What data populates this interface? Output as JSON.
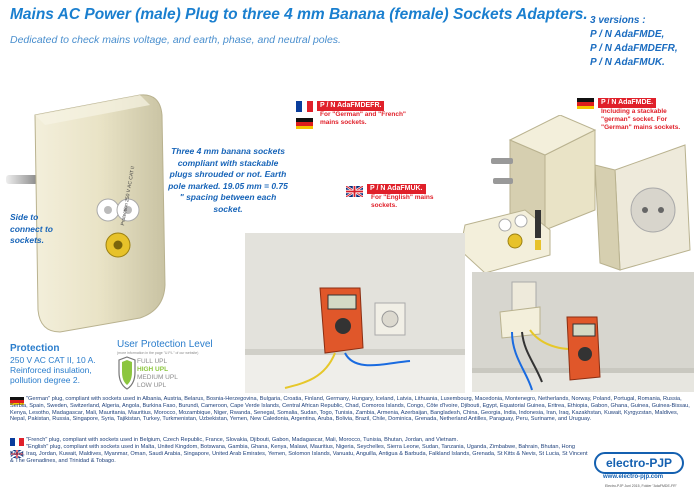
{
  "header": {
    "title": "Mains AC Power (male) Plug to three 4 mm Banana (female) Sockets Adapters.",
    "subtitle": "Dedicated to check mains voltage, and earth, phase, and neutral poles."
  },
  "versions": {
    "heading": "3 versions :",
    "items": [
      "P / N AdaFMDE,",
      "P / N AdaFMDEFR,",
      "P / N AdaFMUK."
    ]
  },
  "device": {
    "label": "Protection 250 V AC CAT II"
  },
  "callouts": {
    "fmdefr_title": "P / N AdaFMDEFR.",
    "fmdefr_desc": "For \"German\" and \"French\" mains sockets.",
    "fmde_title": "P / N AdaFMDE.",
    "fmde_desc": "Including a stackable \"german\" socket. For \"German\" mains sockets.",
    "fmuk_title": "P / N AdaFMUK.",
    "fmuk_desc": "For \"English\" mains sockets.",
    "banana_desc": "Three 4 mm banana sockets compliant with stackable plugs shrouded or not. Earth pole marked. 19.05 mm = 0.75 \" spacing between each socket.",
    "side_desc": "Side to connect to sockets."
  },
  "protection": {
    "title": "Protection",
    "line1": "250 V AC CAT II, 10 A.",
    "line2": "Reinforced insulation,",
    "line3": "pollution degree 2."
  },
  "upl": {
    "title": "User Protection Level",
    "subtitle": "(more information in the page \"U.P.L\" of our website)",
    "levels": [
      {
        "label": "FULL UPL",
        "color": "#8c8c8c"
      },
      {
        "label": "HIGH UPL",
        "color": "#8cc63f"
      },
      {
        "label": "MEDIUM UPL",
        "color": "#8c8c8c"
      },
      {
        "label": "LOW UPL",
        "color": "#8c8c8c"
      }
    ]
  },
  "compatibility": {
    "german": "\"German\" plug, compliant with sockets used in Albania, Austria, Belarus, Bosnia-Herzegovina, Bulgaria, Croatia, Finland, Germany, Hungary, Iceland, Latvia, Lithuania, Luxembourg, Macedonia, Montenegro, Netherlands, Norway, Poland, Portugal, Romania, Russia, Serbia, Spain, Sweden, Switzerland, Algeria, Angola, Burkina Faso, Burundi, Cameroon, Cape Verde Islands, Central African Republic, Chad, Comoros Islands, Congo, Côte d'Ivoire, Djibouti, Egypt, Equatorial Guinea, Eritrea, Ethiopia, Gabon, Ghana, Guinea, Guinea-Bissau, Kenya, Lesotho, Madagascar, Mali, Mauritania, Mauritius, Morocco, Mozambique, Niger, Rwanda, Senegal, Somalia, Sudan, Togo, Tunisia, Zambia, Armenia, Azerbaijan, Bangladesh, China, Georgia, India, Indonesia, Iran, Iraq, Kazakhstan, Kuwait, Kyrgyzstan, Maldives, Nepal, Pakistan, Russia, Singapore, Syria, Tajikistan, Turkey, Turkmenistan, Uzbekistan, Yemen, New Caledonia, Argentina, Aruba, Bolivia, Brazil, Chile, Dominica, Grenada, Netherland Antilles, Paraguay, Peru, Suriname, and Uruguay.",
    "french": "\"French\" plug, compliant with sockets used in Belgium, Czech Republic, France, Slovakia, Djibouti, Gabon, Madagascar, Mali, Morocco, Tunisia, Bhutan, Jordan, and Vietnam.",
    "english": "\"English\" plug, compliant with sockets used in Malta, United Kingdom, Botswana, Gambia, Ghana, Kenya, Malawi, Mauritius, Nigeria, Seychelles, Sierra Leone, Sudan, Tanzania, Uganda, Zimbabwe, Bahrain, Bhutan, Hong Kong, Iraq, Jordan, Kuwait, Maldives, Myanmar, Oman, Saudi Arabia, Singapore, United Arab Emirates, Yemen, Solomon Islands, Vanuatu, Anguilla, Antigua & Barbuda, Falkland Islands, Grenada, St Kitts & Nevis, St Lucia, St Vincent & The Grenadines, and Trinidad & Tobago."
  },
  "footer": {
    "logo": "electro-PJP",
    "website": "www.electro-pjp.com",
    "copyright": "Electro-PJP Juni 2015, Folder \"AdaFMDE-FR\""
  },
  "colors": {
    "accent_blue": "#1a7fcf",
    "alert_red": "#e0202a",
    "high_upl_green": "#8cc63f"
  }
}
